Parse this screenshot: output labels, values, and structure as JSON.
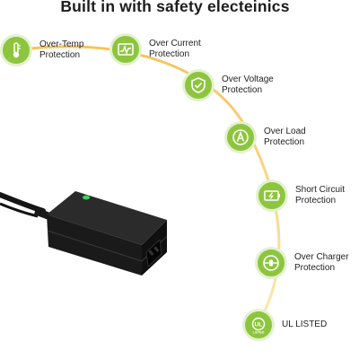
{
  "title": "Built in with safety electeinics",
  "colors": {
    "badge": "#8dc53e",
    "badge_ring": "#e3f1cf",
    "arc_start": "#f6c35a",
    "arc_end": "#fbe9b0",
    "product": "#1b1b1b",
    "led": "#39d353"
  },
  "features": [
    {
      "icon": "thermometer-icon",
      "line1": "Over-Temp",
      "line2": "Protection"
    },
    {
      "icon": "current-meter-icon",
      "line1": "Over Current",
      "line2": "Protection"
    },
    {
      "icon": "shield-check-icon",
      "line1": "Over Voltage",
      "line2": "Protection"
    },
    {
      "icon": "ampere-icon",
      "line1": "Over Load",
      "line2": "Protection"
    },
    {
      "icon": "battery-lightning-icon",
      "line1": "Short Circuit",
      "line2": "Protection"
    },
    {
      "icon": "charger-plug-icon",
      "line1": "Over Charger",
      "line2": "Protection"
    },
    {
      "icon": "ul-listed-icon",
      "line1": "UL LISTED",
      "line2": "",
      "badge_text": "LISTED"
    }
  ]
}
